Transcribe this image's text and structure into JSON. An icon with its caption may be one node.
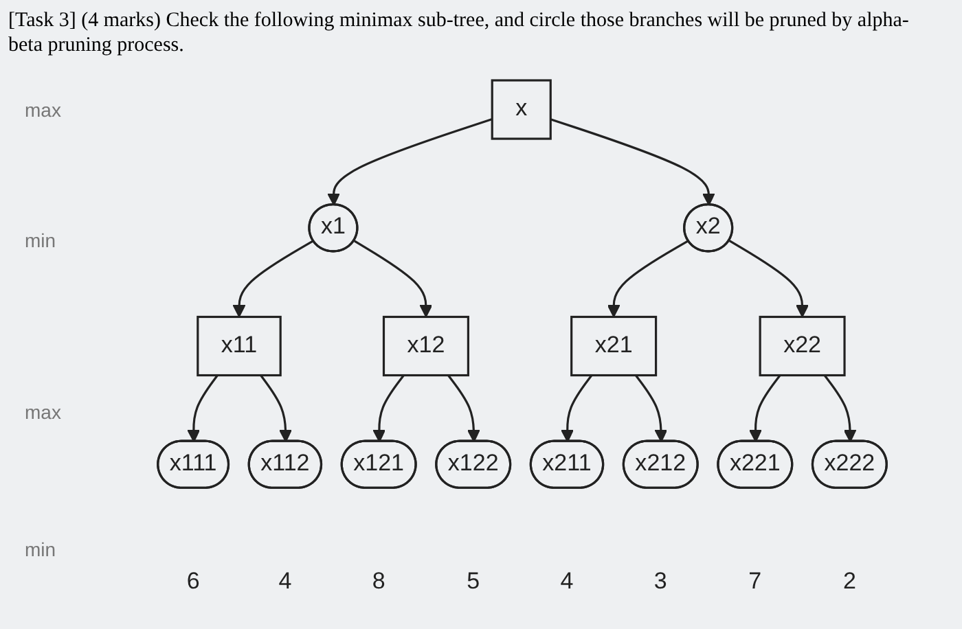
{
  "diagram": {
    "title": "[Task 3] (4 marks) Check the following minimax sub-tree, and circle those branches will be pruned by alpha-beta pruning process.",
    "nodes": [
      {
        "text": [
          "x"
        ]
      },
      {
        "text": [
          "x1"
        ]
      },
      {
        "text": [
          "x2"
        ]
      },
      {
        "text": [
          "x11"
        ]
      },
      {
        "text": [
          "x12"
        ]
      },
      {
        "text": [
          "x21"
        ]
      },
      {
        "text": [
          "x22"
        ]
      },
      {
        "text": [
          "x111"
        ],
        "beside": [
          "6"
        ]
      },
      {
        "text": [
          "x112"
        ],
        "beside": [
          "4"
        ]
      },
      {
        "text": [
          "x121"
        ],
        "beside": [
          "8"
        ]
      },
      {
        "text": [
          "x122"
        ],
        "beside": [
          "5"
        ]
      },
      {
        "text": [
          "x211"
        ],
        "beside": [
          "4"
        ]
      },
      {
        "text": [
          "x212"
        ],
        "beside": [
          "3"
        ]
      },
      {
        "text": [
          "x221"
        ],
        "beside": [
          "7"
        ]
      },
      {
        "text": [
          "x222"
        ],
        "beside": [
          "2"
        ]
      }
    ],
    "edges": [
      {
        "from": 0,
        "to": 1,
        "arrow": "to"
      },
      {
        "from": 0,
        "to": 2,
        "arrow": "to"
      },
      {
        "from": 1,
        "to": 3,
        "arrow": "to"
      },
      {
        "from": 1,
        "to": 4,
        "arrow": "to"
      },
      {
        "from": 2,
        "to": 5,
        "arrow": "to"
      },
      {
        "from": 2,
        "to": 6,
        "arrow": "to"
      },
      {
        "from": 3,
        "to": 7,
        "arrow": "to"
      },
      {
        "from": 3,
        "to": 8,
        "arrow": "to"
      },
      {
        "from": 4,
        "to": 9,
        "arrow": "to"
      },
      {
        "from": 4,
        "to": 10,
        "arrow": "to"
      },
      {
        "from": 5,
        "to": 11,
        "arrow": "to"
      },
      {
        "from": 5,
        "to": 12,
        "arrow": "to"
      },
      {
        "from": 6,
        "to": 13,
        "arrow": "to"
      },
      {
        "from": 6,
        "to": 14,
        "arrow": "to"
      }
    ],
    "labels": [
      "max",
      "min",
      "max",
      "min"
    ]
  }
}
